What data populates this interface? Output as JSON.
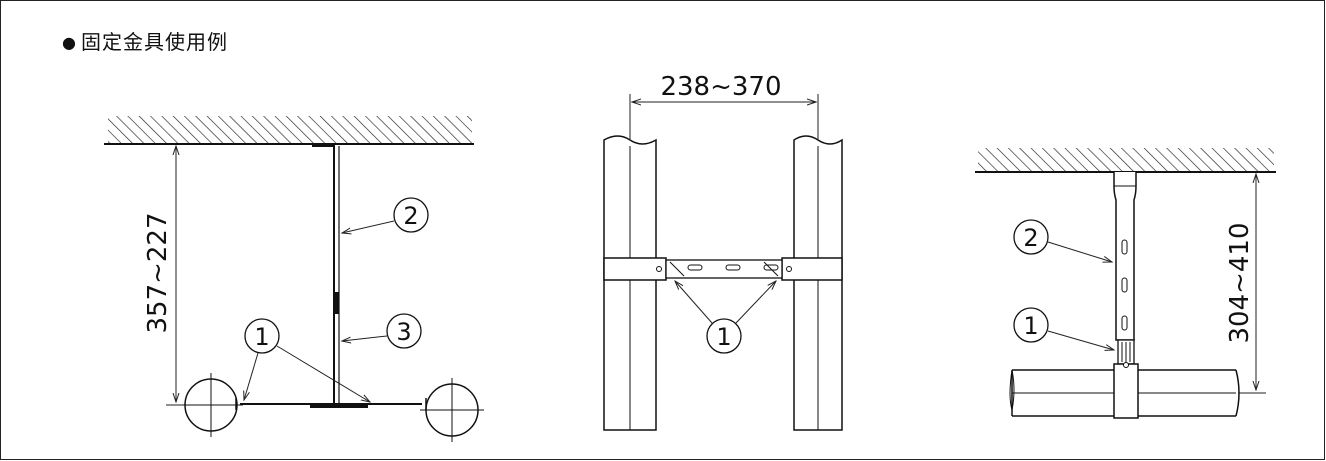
{
  "title": {
    "bullet": "●",
    "text": "固定金具使用例"
  },
  "figure1": {
    "dimension": "357~227",
    "callouts": [
      "1",
      "2",
      "3"
    ]
  },
  "figure2": {
    "dimension": "238~370",
    "callouts": [
      "1"
    ]
  },
  "figure3": {
    "dimension": "304~410",
    "callouts": [
      "1",
      "2"
    ]
  }
}
